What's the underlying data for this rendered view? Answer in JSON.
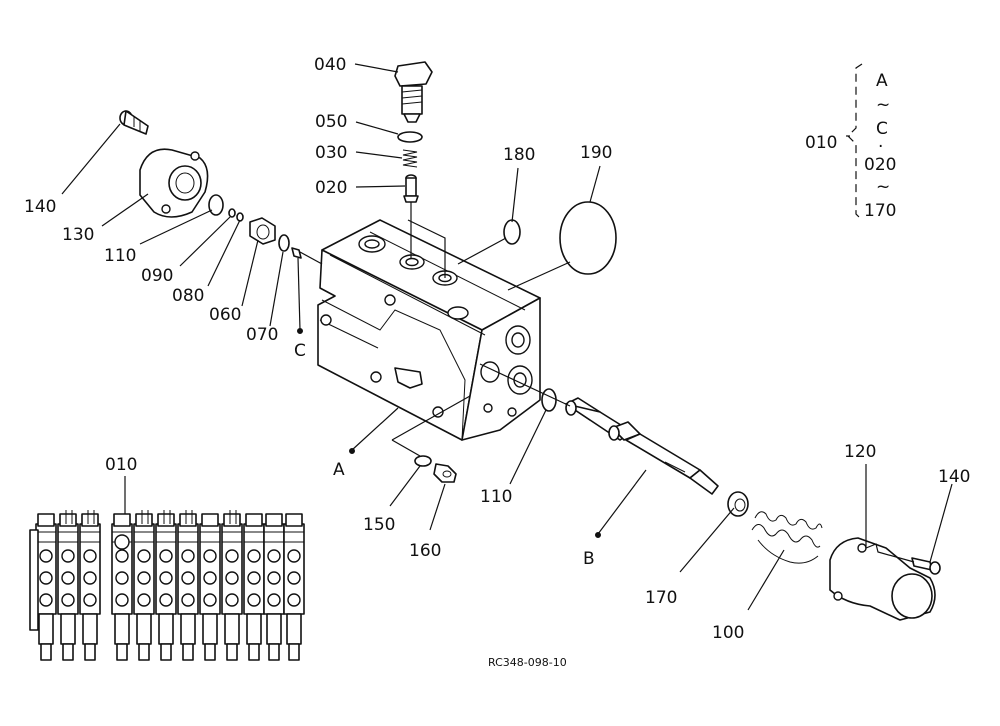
{
  "labels": {
    "p040": "040",
    "p050": "050",
    "p030": "030",
    "p020": "020",
    "p180": "180",
    "p190": "190",
    "p140_left": "140",
    "p130": "130",
    "p110_left": "110",
    "p090": "090",
    "p080": "080",
    "p060": "060",
    "p070": "070",
    "refC": "C",
    "refA": "A",
    "p150": "150",
    "p160": "160",
    "p110_right": "110",
    "refB": "B",
    "p120": "120",
    "p140_right": "140",
    "p170": "170",
    "p100": "100",
    "p010_assembly": "010"
  },
  "legend": {
    "parent": "010",
    "from_a": "A",
    "tilde1": "~",
    "to_c": "C",
    "dot": "·",
    "from_020": "020",
    "tilde2": "~",
    "to_170": "170"
  },
  "drawing_code": "RC348-098-10"
}
